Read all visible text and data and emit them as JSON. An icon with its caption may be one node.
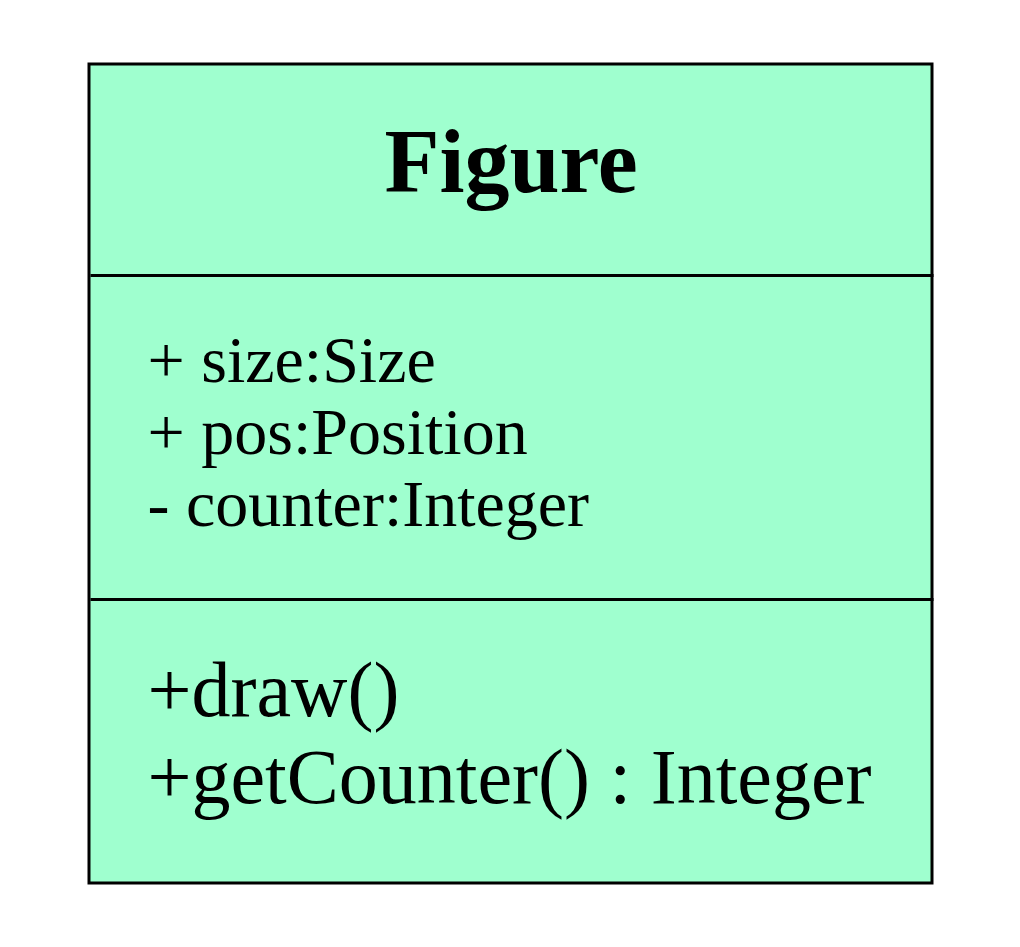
{
  "diagram": {
    "nodes": [
      {
        "text": [
          "Figure",
          "+ size:Size",
          "+ pos:Position",
          "- counter:Integer",
          "+draw()",
          "+getCounter() : Integer"
        ]
      }
    ]
  }
}
